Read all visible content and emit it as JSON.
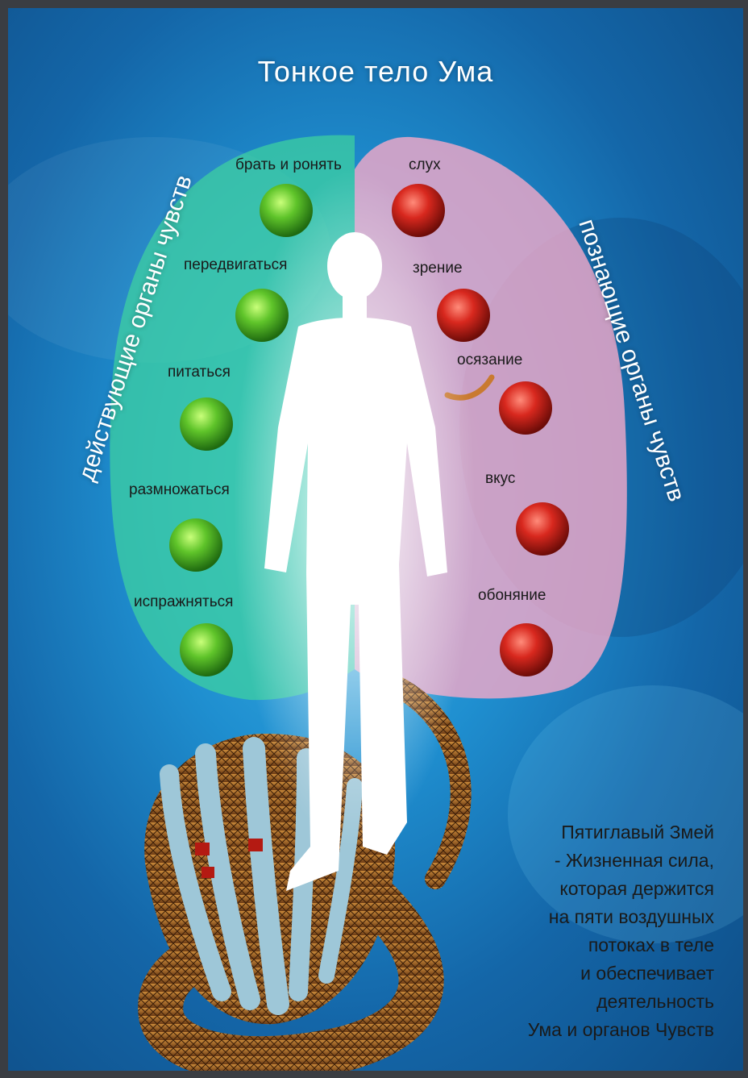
{
  "title": "Тонкое тело Ума",
  "left_heading": "действующие органы чувств",
  "right_heading": "познающие органы чувств",
  "action_organs": [
    "брать и ронять",
    "передвигаться",
    "питаться",
    "размножаться",
    "испражняться"
  ],
  "cognitive_organs": [
    "слух",
    "зрение",
    "осязание",
    "вкус",
    "обоняние"
  ],
  "caption": [
    "Пятиглавый Змей",
    "- Жизненная сила,",
    "которая держится",
    "на пяти воздушных",
    "потоках в теле",
    "и обеспечивает",
    "деятельность",
    "Ума и органов Чувств"
  ],
  "colors": {
    "background": "#1f8fd0",
    "action_lobe": "#3fd3a0",
    "cognitive_lobe": "#f0a8c8",
    "action_indicator": "#5fc42a",
    "cognitive_indicator": "#d8281e"
  }
}
